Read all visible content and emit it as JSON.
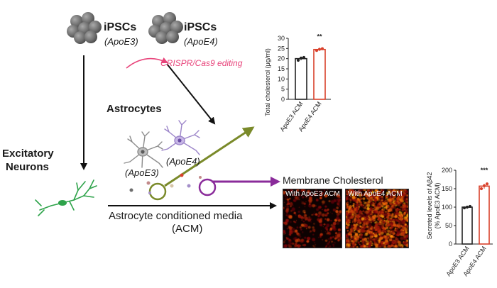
{
  "ipsc_e3": {
    "title": "iPSCs",
    "genotype": "(ApoE3)"
  },
  "ipsc_e4": {
    "title": "iPSCs",
    "genotype": "(ApoE4)"
  },
  "crispr_label": "CRISPR/Cas9 editing",
  "astrocytes_label": "Astrocytes",
  "astro_e3_label": "(ApoE3)",
  "astro_e4_label": "(ApoE4)",
  "neurons_label_line1": "Excitatory",
  "neurons_label_line2": "Neurons",
  "acm_line1": "Astrocyte conditioned media",
  "acm_line2": "(ACM)",
  "membrane_title": "Membrane Cholesterol",
  "panel_e3_caption": "With ApoE3 ACM",
  "panel_e4_caption": "With ApoE4 ACM",
  "colors": {
    "cell_gray": "#6e6e6e",
    "crispr_pink": "#e8437a",
    "olive_arrow": "#7a8a2a",
    "purple_arrow": "#8a2b9a",
    "apoe4_bar": "#d9412b",
    "neuron_green": "#2ea34a"
  },
  "chart_data": [
    {
      "type": "bar",
      "title": "",
      "ylabel": "Total cholesterol (μg/ml)",
      "xlabel": "",
      "categories": [
        "ApoE3 ACM",
        "ApoE4 ACM"
      ],
      "values": [
        20,
        24.5
      ],
      "points": [
        [
          19.2,
          20.3,
          20.6
        ],
        [
          24.0,
          24.6,
          24.9
        ]
      ],
      "ylim": [
        0,
        30
      ],
      "yticks": [
        "0",
        "5",
        "10",
        "15",
        "20",
        "25",
        "30"
      ],
      "significance": "**",
      "grid": false
    },
    {
      "type": "bar",
      "title": "",
      "ylabel": "Secreted levels of Aβ42 (% ApoE3 ACM)",
      "xlabel": "",
      "categories": [
        "ApoE3 ACM",
        "ApoE4 ACM"
      ],
      "values": [
        100,
        157
      ],
      "points": [
        [
          98,
          100,
          102
        ],
        [
          150,
          158,
          163
        ]
      ],
      "ylim": [
        0,
        200
      ],
      "yticks": [
        "0",
        "50",
        "100",
        "150",
        "200"
      ],
      "significance": "***",
      "grid": false
    }
  ]
}
